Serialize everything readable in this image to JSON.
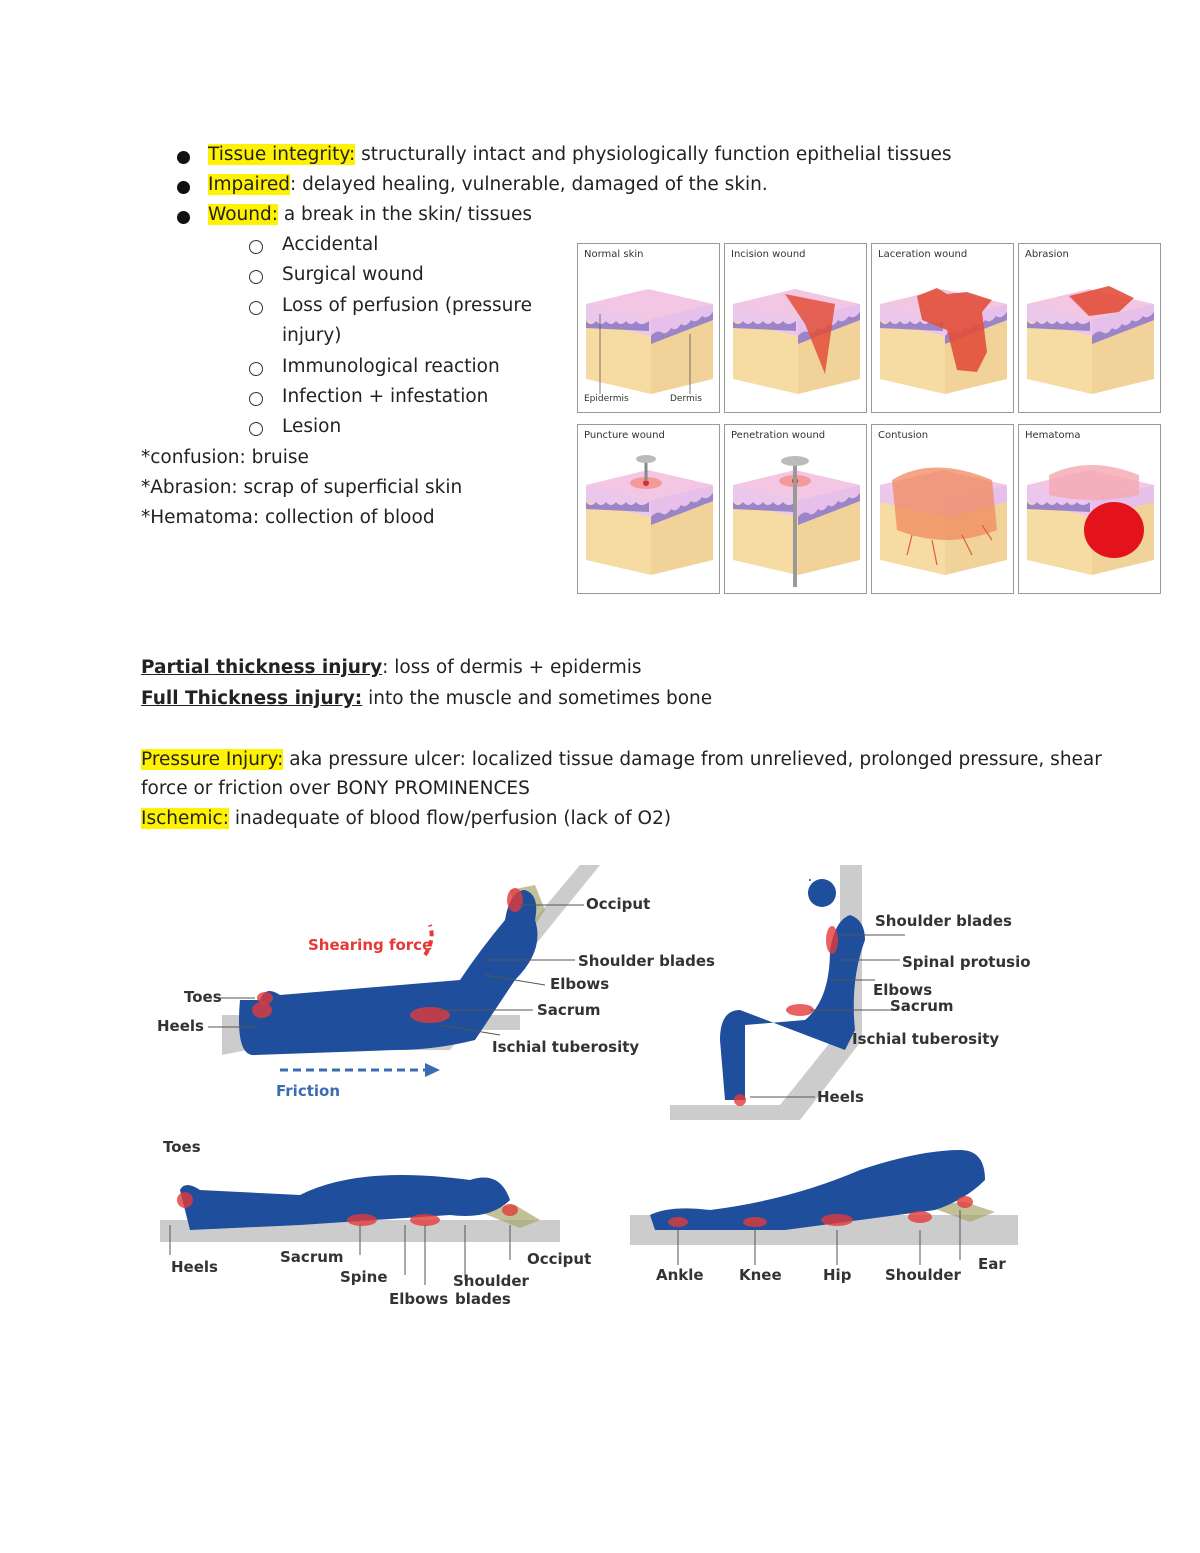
{
  "bullets": [
    {
      "term": "Tissue integrity:",
      "text": " structurally intact and physiologically function epithelial tissues"
    },
    {
      "term": "Impaired",
      "text": ": delayed healing, vulnerable, damaged of the skin."
    },
    {
      "term": "Wound:",
      "text": " a break in the skin/ tissues"
    }
  ],
  "sub_items": [
    "Accidental",
    "Surgical wound",
    "Loss of perfusion (pressure",
    "injury)",
    "Immunological reaction",
    "Infection + infestation",
    "Lesion"
  ],
  "notes": [
    "*confusion: bruise",
    "*Abrasion: scrap of superficial skin",
    "*Hematoma: collection of blood"
  ],
  "panels": [
    "Normal skin",
    "Incision wound",
    "Laceration wound",
    "Abrasion",
    "Puncture wound",
    "Penetration wound",
    "Contusion",
    "Hematoma"
  ],
  "panel_labels": {
    "epidermis": "Epidermis",
    "dermis": "Dermis"
  },
  "partial": {
    "term": "Partial thickness injury",
    "text": ": loss of dermis + epidermis"
  },
  "full": {
    "term": "Full Thickness injury:",
    "text": " into the muscle and sometimes bone"
  },
  "pressure": {
    "term": "Pressure Injury:",
    "text": " aka pressure ulcer: localized tissue damage from unrelieved, prolonged pressure, shear",
    "text2": "force or friction over BONY PROMINENCES"
  },
  "ischemic": {
    "term": "Ischemic:",
    "text": " inadequate of blood flow/perfusion (lack of O2)"
  },
  "fig_labels": {
    "occiput": "Occiput",
    "shearing": "Shearing force",
    "shoulder_blades": "Shoulder blades",
    "elbows": "Elbows",
    "toes": "Toes",
    "sacrum": "Sacrum",
    "heels": "Heels",
    "ischial": "Ischial tuberosity",
    "friction": "Friction",
    "spinal": "Spinal protusio",
    "spine": "Spine",
    "shoulder": "Shoulder",
    "blades": "blades",
    "ankle": "Ankle",
    "knee": "Knee",
    "hip": "Hip",
    "ear": "Ear"
  }
}
